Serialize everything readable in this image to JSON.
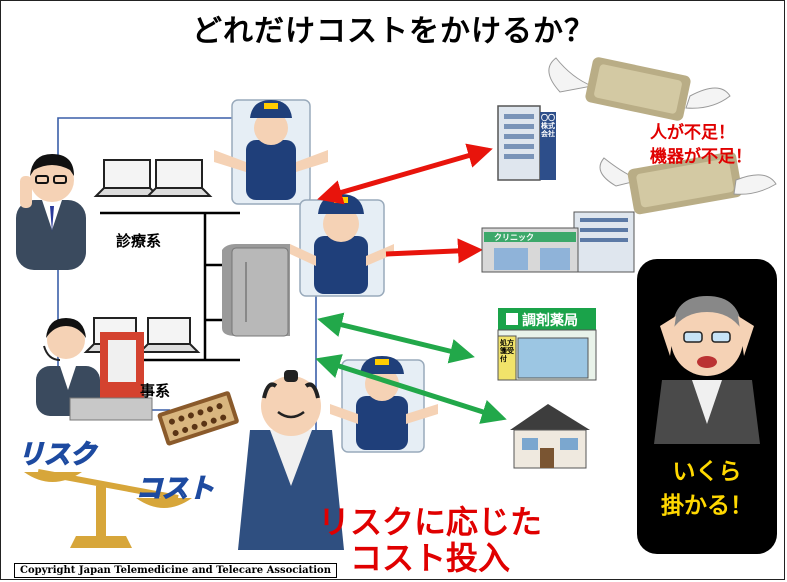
{
  "title": "どれだけコストをかけるか？",
  "labels": {
    "shinryo": "診療系",
    "jimu": "事系",
    "risk": "リスク",
    "cost": "コスト",
    "company_sign": "〇〇株式会社",
    "clinic_sign": "クリニック",
    "pharmacy_sign": "調剤薬局",
    "pharmacy_side": "処方箋受付"
  },
  "shortage": {
    "line1": "人が不足！",
    "line2": "機器が不足！"
  },
  "worry": {
    "line1": "いくら",
    "line2": "掛かる！"
  },
  "conclusion": {
    "line1": "リスクに応じた",
    "line2": "コスト投入"
  },
  "copyright": "Copyright Japan Telemedicine and Telecare Association",
  "colors": {
    "red_arrow": "#e8140c",
    "green_arrow": "#22a84a",
    "title_text": "#000000",
    "highlight_red": "#e00000",
    "worry_yellow": "#ffd800",
    "network_line": "#3a5fa8"
  }
}
